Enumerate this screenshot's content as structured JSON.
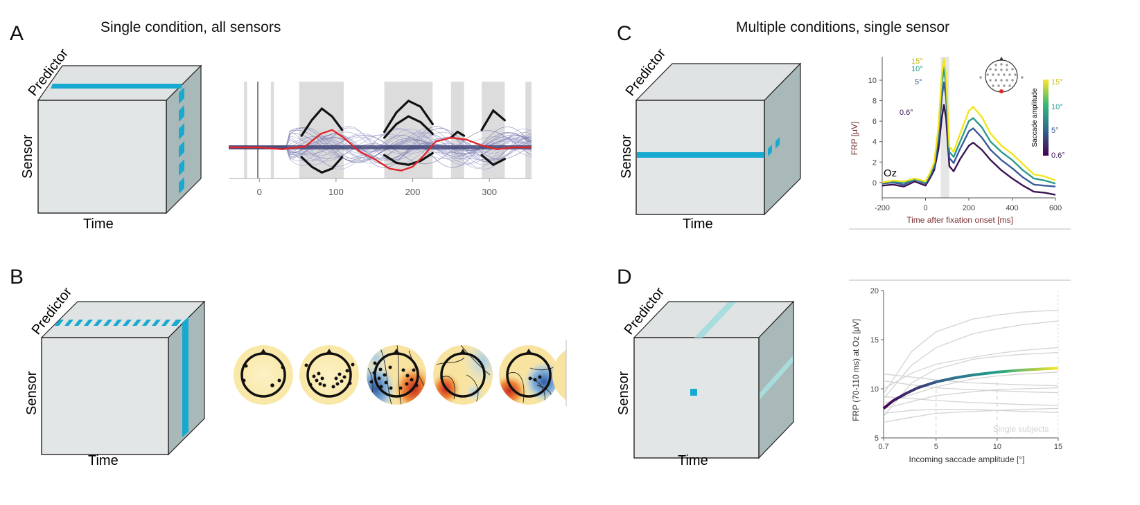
{
  "panels": {
    "a": {
      "letter": "A",
      "heading": "Single condition, all sensors"
    },
    "b": {
      "letter": "B"
    },
    "c": {
      "letter": "C",
      "heading": "Multiple conditions, single sensor"
    },
    "d": {
      "letter": "D"
    }
  },
  "cube": {
    "predictor": "Predictor",
    "sensor": "Sensor",
    "time": "Time"
  },
  "colors": {
    "highlight": "#17a9cf",
    "highlight_faint": "#a9dcdc",
    "front": "#e3e6e7",
    "top": "#dfe3e4",
    "side": "#a9b8b8",
    "red": "#e0262b"
  },
  "chart_data": [
    {
      "type": "line",
      "id": "a-butterfly",
      "title": "",
      "x_ticks": [
        0,
        100,
        200,
        300
      ],
      "xlim": [
        -40,
        355
      ],
      "shaded_intervals": [
        [
          -20,
          -16
        ],
        [
          15,
          19
        ],
        [
          52,
          110
        ],
        [
          163,
          226
        ],
        [
          250,
          267
        ],
        [
          290,
          320
        ],
        [
          347,
          355
        ]
      ],
      "series": [
        {
          "name": "",
          "color": "#e0262b",
          "x": [
            -40,
            0,
            30,
            60,
            80,
            95,
            110,
            130,
            150,
            170,
            185,
            200,
            215,
            230,
            250,
            270,
            290,
            310,
            330,
            355
          ],
          "y": [
            0,
            0,
            -0.1,
            0.05,
            0.7,
            0.9,
            0.5,
            -0.2,
            -0.6,
            -1.1,
            -1.2,
            -1.0,
            -0.4,
            0.3,
            0.5,
            0.4,
            0.1,
            -0.1,
            0.0,
            0.0
          ]
        }
      ]
    },
    {
      "type": "line",
      "id": "c-frp",
      "title": "",
      "xlabel": "Time after fixation onset [ms]",
      "ylabel": "FRP [μV]",
      "xlim": [
        -200,
        600
      ],
      "ylim": [
        -1.5,
        12.3
      ],
      "x_ticks": [
        -200,
        0,
        200,
        400,
        600
      ],
      "y_ticks": [
        0,
        2,
        4,
        6,
        8,
        10
      ],
      "shaded_interval": [
        70,
        110
      ],
      "sensor_label": "Oz",
      "colorbar": {
        "title": "Saccade amplitude",
        "ticks": [
          "15°",
          "10°",
          "5°",
          "0.6°"
        ]
      },
      "series": [
        {
          "name": "15°",
          "color": "#f2e51a",
          "x": [
            -200,
            -150,
            -100,
            -50,
            0,
            20,
            40,
            60,
            75,
            85,
            95,
            110,
            130,
            160,
            200,
            220,
            260,
            300,
            350,
            400,
            450,
            500,
            550,
            600
          ],
          "y": [
            0,
            0.2,
            0.1,
            0.4,
            0.1,
            0.9,
            2.0,
            5.5,
            10.5,
            12.1,
            10.5,
            3.5,
            3.0,
            4.8,
            7.0,
            7.4,
            6.4,
            4.8,
            3.6,
            2.8,
            1.8,
            0.8,
            0.6,
            0.2
          ]
        },
        {
          "name": "10°",
          "color": "#2a9a8c",
          "x": [
            -200,
            -150,
            -100,
            -50,
            0,
            20,
            40,
            60,
            75,
            85,
            95,
            110,
            130,
            160,
            200,
            220,
            260,
            300,
            350,
            400,
            450,
            500,
            550,
            600
          ],
          "y": [
            0,
            0.1,
            0.0,
            0.3,
            0.0,
            0.8,
            1.8,
            5.0,
            9.6,
            11.2,
            9.5,
            3.0,
            2.5,
            4.0,
            6.0,
            6.3,
            5.4,
            4.0,
            3.0,
            2.2,
            1.2,
            0.4,
            0.2,
            -0.1
          ]
        },
        {
          "name": "5°",
          "color": "#3b5a9a",
          "x": [
            -200,
            -150,
            -100,
            -50,
            0,
            20,
            40,
            60,
            75,
            85,
            95,
            110,
            130,
            160,
            200,
            220,
            260,
            300,
            350,
            400,
            450,
            500,
            550,
            600
          ],
          "y": [
            -0.1,
            0.0,
            -0.2,
            0.3,
            -0.1,
            0.6,
            1.5,
            4.3,
            8.3,
            9.8,
            8.3,
            2.4,
            1.9,
            3.3,
            5.0,
            5.3,
            4.4,
            3.2,
            2.2,
            1.4,
            0.5,
            -0.2,
            -0.3,
            -0.4
          ]
        },
        {
          "name": "0.6°",
          "color": "#3a1250",
          "x": [
            -200,
            -150,
            -100,
            -50,
            0,
            20,
            40,
            60,
            75,
            85,
            95,
            110,
            130,
            160,
            200,
            220,
            260,
            300,
            350,
            400,
            450,
            500,
            550,
            600
          ],
          "y": [
            -0.3,
            -0.2,
            -0.4,
            0.1,
            -0.3,
            0.4,
            1.2,
            3.3,
            6.3,
            7.6,
            6.3,
            1.6,
            1.1,
            2.3,
            3.6,
            3.9,
            3.2,
            2.2,
            1.2,
            0.4,
            -0.3,
            -0.9,
            -1.0,
            -1.2
          ]
        }
      ]
    },
    {
      "type": "line",
      "id": "d-amplitude",
      "title": "",
      "xlabel": "Incoming saccade amplitude [°]",
      "ylabel": "FRP (70-110 ms) at Oz [μV]",
      "xlim": [
        0.7,
        15
      ],
      "ylim": [
        5,
        20
      ],
      "x_ticks": [
        "0.7",
        "5",
        "10",
        "15"
      ],
      "y_ticks": [
        5,
        10,
        15,
        20
      ],
      "annotation": "Single subjects",
      "average_series": {
        "name": "",
        "x": [
          0.7,
          1.5,
          2.5,
          3.5,
          5,
          6.5,
          8,
          10,
          12,
          15
        ],
        "y": [
          8.0,
          8.8,
          9.5,
          10.1,
          10.7,
          11.1,
          11.4,
          11.7,
          11.9,
          12.1
        ]
      },
      "single_subjects": [
        {
          "x": [
            0.7,
            3,
            5,
            8,
            10,
            12,
            15
          ],
          "y": [
            9.5,
            13.8,
            15.8,
            17.1,
            17.5,
            17.8,
            18.0
          ]
        },
        {
          "x": [
            0.7,
            3,
            5,
            8,
            10,
            12,
            15
          ],
          "y": [
            9.0,
            12.4,
            14.2,
            15.6,
            16.1,
            16.5,
            16.9
          ]
        },
        {
          "x": [
            0.7,
            3,
            5,
            8,
            10,
            12,
            15
          ],
          "y": [
            10.0,
            11.6,
            12.5,
            13.2,
            13.6,
            13.9,
            14.2
          ]
        },
        {
          "x": [
            0.7,
            3,
            5,
            8,
            10,
            12,
            15
          ],
          "y": [
            7.2,
            10.6,
            12.0,
            13.0,
            13.3,
            13.5,
            13.7
          ]
        },
        {
          "x": [
            0.7,
            3,
            5,
            8,
            10,
            12,
            15
          ],
          "y": [
            11.5,
            11.2,
            10.9,
            10.6,
            10.5,
            10.4,
            10.3
          ]
        },
        {
          "x": [
            0.7,
            3,
            5,
            8,
            10,
            12,
            15
          ],
          "y": [
            8.5,
            9.4,
            10.2,
            11.0,
            11.3,
            11.5,
            11.7
          ]
        },
        {
          "x": [
            0.7,
            3,
            5,
            8,
            10,
            12,
            15
          ],
          "y": [
            10.8,
            10.4,
            10.1,
            9.9,
            9.8,
            9.7,
            9.6
          ]
        },
        {
          "x": [
            0.7,
            3,
            5,
            8,
            10,
            12,
            15
          ],
          "y": [
            8.0,
            8.7,
            9.3,
            9.7,
            9.9,
            10.0,
            10.1
          ]
        },
        {
          "x": [
            0.7,
            3,
            5,
            8,
            10,
            12,
            15
          ],
          "y": [
            9.2,
            9.0,
            8.8,
            8.6,
            8.5,
            8.4,
            8.3
          ]
        },
        {
          "x": [
            0.7,
            3,
            5,
            8,
            10,
            12,
            15
          ],
          "y": [
            7.5,
            7.8,
            7.9,
            7.9,
            7.8,
            7.7,
            7.6
          ]
        },
        {
          "x": [
            0.7,
            3,
            5,
            8,
            10,
            12,
            15
          ],
          "y": [
            6.6,
            7.1,
            7.5,
            7.7,
            7.8,
            7.9,
            8.0
          ]
        }
      ]
    }
  ]
}
